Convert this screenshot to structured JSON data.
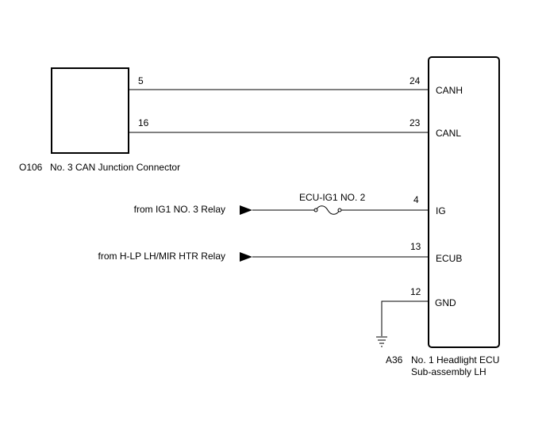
{
  "colors": {
    "line": "#000000",
    "background": "#ffffff"
  },
  "connector_o106": {
    "code": "O106",
    "name": "No. 3 CAN Junction Connector",
    "pins": {
      "canh": "5",
      "canl": "16"
    }
  },
  "ecu_a36": {
    "code": "A36",
    "name_line1": "No. 1 Headlight ECU",
    "name_line2": "Sub-assembly LH",
    "terminals": [
      {
        "pin": "24",
        "label": "CANH"
      },
      {
        "pin": "23",
        "label": "CANL"
      },
      {
        "pin": "4",
        "label": "IG"
      },
      {
        "pin": "13",
        "label": "ECUB"
      },
      {
        "pin": "12",
        "label": "GND"
      }
    ]
  },
  "sources": {
    "ig": "from IG1 NO. 3 Relay",
    "ecub": "from H-LP LH/MIR HTR Relay"
  },
  "fuse": {
    "label": "ECU-IG1 NO. 2",
    "icon": "fuse-icon"
  },
  "ground": {
    "icon": "ground-icon"
  }
}
